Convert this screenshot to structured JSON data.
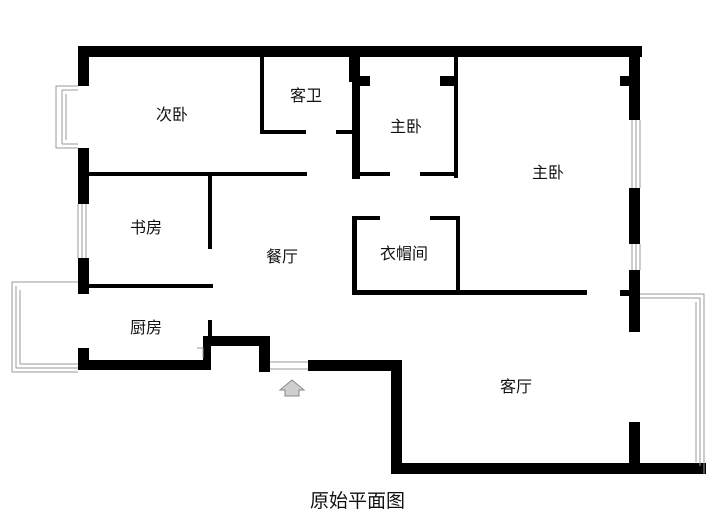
{
  "rooms": {
    "second_bedroom": "次卧",
    "guest_bath": "客卫",
    "master_bedroom_small": "主卧",
    "master_bedroom": "主卧",
    "study": "书房",
    "dining": "餐厅",
    "wardrobe": "衣帽间",
    "kitchen": "厨房",
    "living": "客厅"
  },
  "caption": "原始平面图",
  "colors": {
    "wall": "#000000",
    "thin_line": "#9a9a9a",
    "entry_arrow": "#9a9a9a"
  }
}
